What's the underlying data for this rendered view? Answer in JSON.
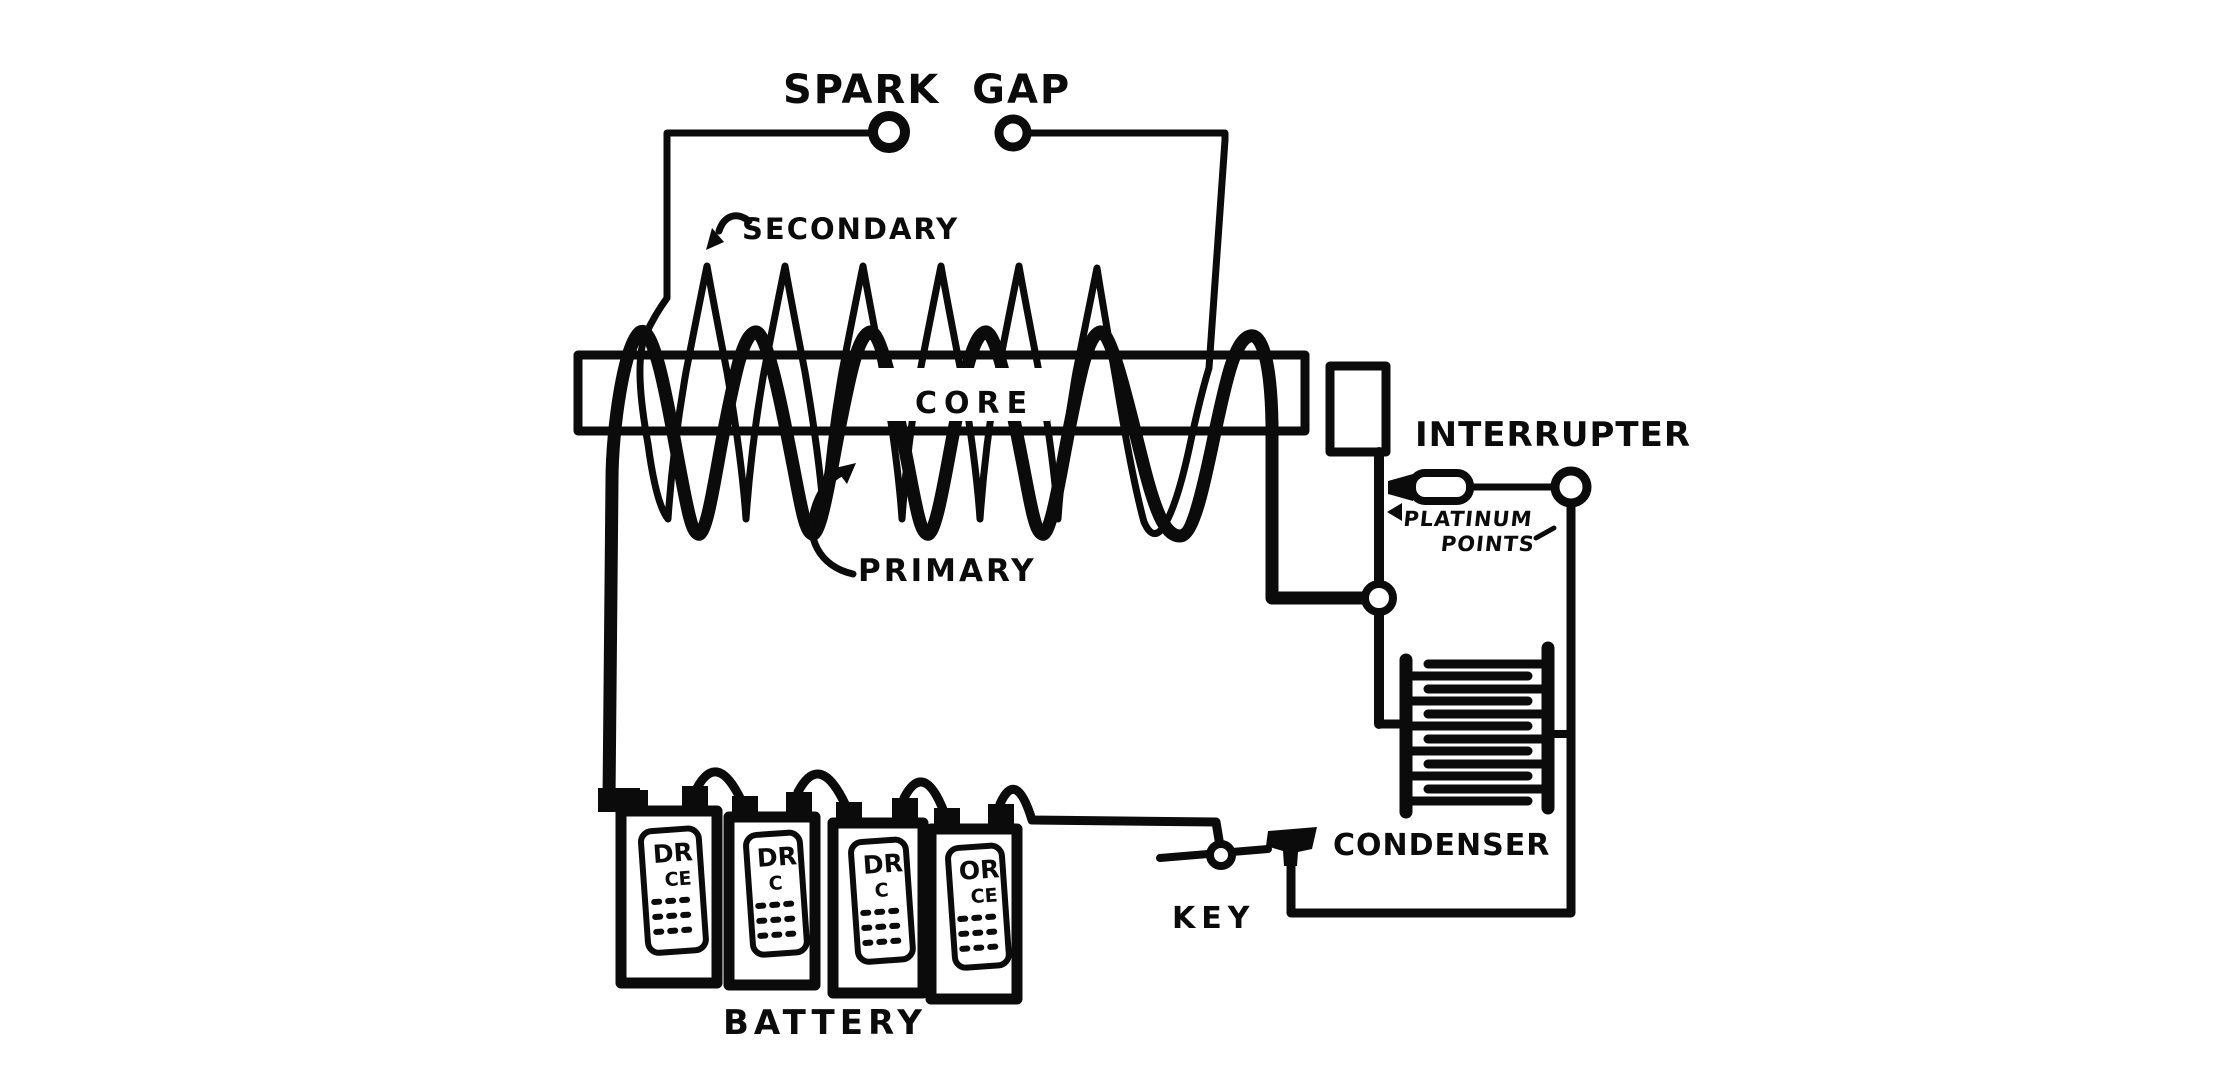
{
  "page": {
    "background": "#ffffff",
    "ink": "#0b0b0b"
  },
  "diagram": {
    "kind": "induction-coil wiring diagram (hand-drawn)",
    "labels": {
      "spark_gap": "SPARK GAP",
      "secondary": "SECONDARY",
      "core": "CORE",
      "primary": "PRIMARY",
      "interrupter": "INTERRUPTER",
      "platinum_points_line1": "PLATINUM",
      "platinum_points_line2": "POINTS",
      "condenser": "CONDENSER",
      "key": "KEY",
      "battery": "BATTERY"
    },
    "battery": {
      "cells": [
        {
          "line1": "DR",
          "line2": "CE"
        },
        {
          "line1": "DR",
          "line2": "C"
        },
        {
          "line1": "DR",
          "line2": "C"
        },
        {
          "line1": "OR",
          "line2": "CE"
        }
      ]
    }
  }
}
